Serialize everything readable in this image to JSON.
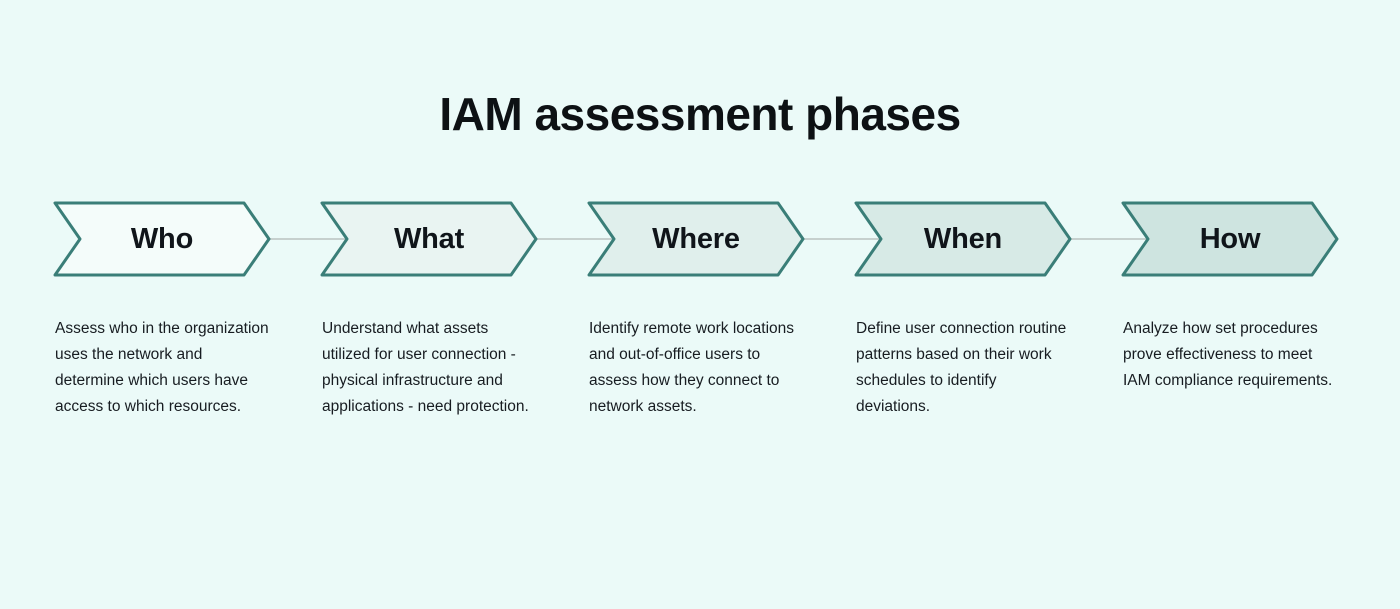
{
  "title": "IAM assessment phases",
  "colors": {
    "background": "#ebfaf8",
    "title_text": "#0d1114",
    "text": "#171c21",
    "arrow_border": "#3a7e78",
    "connector": "#c6d0ce"
  },
  "phases": [
    {
      "label": "Who",
      "fill": "#f4fcfa",
      "description": "Assess who in the organization uses the network and determine which users have access to which resources."
    },
    {
      "label": "What",
      "fill": "#e9f4f2",
      "description": "Understand what assets utilized for user connection - physical infrastructure and applications - need protection."
    },
    {
      "label": "Where",
      "fill": "#e0efec",
      "description": "Identify remote work locations and out-of-office users to assess how they connect to network assets."
    },
    {
      "label": "When",
      "fill": "#d7eae6",
      "description": "Define user connection routine patterns based on their work schedules to identify deviations."
    },
    {
      "label": "How",
      "fill": "#cee4e0",
      "description": "Analyze how set procedures prove effectiveness to meet IAM compliance requirements."
    }
  ]
}
